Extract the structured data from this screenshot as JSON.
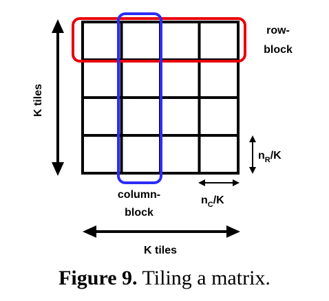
{
  "diagram": {
    "grid_rows": 4,
    "grid_cols": 4,
    "highlight_row_index": 0,
    "highlight_col_index": 1,
    "colors": {
      "grid": "#000000",
      "row_block": "#e8000b",
      "column_block": "#2d2df5"
    },
    "labels": {
      "row_block_line1": "row-",
      "row_block_line2": "block",
      "column_block_line1": "column-",
      "column_block_line2": "block",
      "k_tiles_vertical": "K tiles",
      "k_tiles_horizontal": "K tiles",
      "n_r_main": "n",
      "n_r_sub": "R",
      "n_r_rest": "/K",
      "n_c_main": "n",
      "n_c_sub": "C",
      "n_c_rest": "/K"
    }
  },
  "caption": {
    "number": "Figure 9.",
    "text": "Tiling a matrix."
  }
}
